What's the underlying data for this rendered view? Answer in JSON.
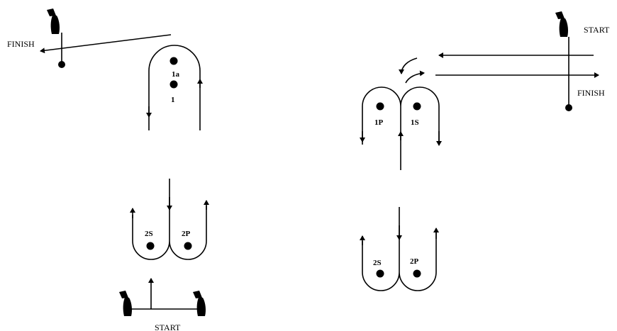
{
  "left_course": {
    "finish_label": "FINISH",
    "start_label": "START",
    "marks": [
      "1a",
      "1",
      "2S",
      "2P"
    ]
  },
  "right_course": {
    "start_label": "START",
    "finish_label": "FINISH",
    "marks": [
      "1P",
      "1S",
      "2S",
      "2P"
    ]
  },
  "icons": [
    "boat-flag-icon",
    "mark-dot-icon",
    "arrow-icon"
  ]
}
